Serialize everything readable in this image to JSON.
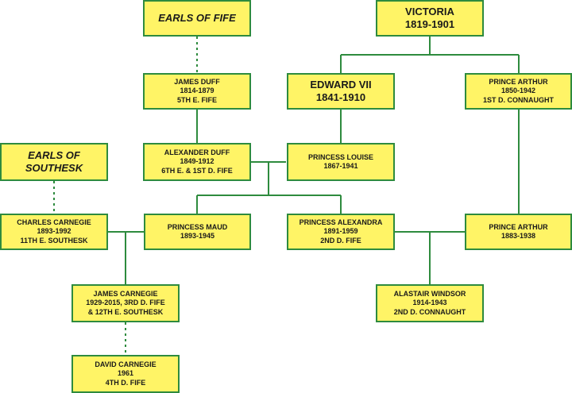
{
  "colors": {
    "box_fill": "#fff466",
    "box_border": "#2e8b3e",
    "line": "#2e8b3e"
  },
  "nodes": {
    "earls_of_fife": {
      "lines": [
        "EARLS OF FIFE"
      ]
    },
    "victoria": {
      "lines": [
        "VICTORIA",
        "1819-1901"
      ]
    },
    "james_duff": {
      "lines": [
        "JAMES DUFF",
        "1814-1879",
        "5TH E. FIFE"
      ]
    },
    "edward_vii": {
      "lines": [
        "EDWARD VII",
        "1841-1910"
      ]
    },
    "prince_arthur_1850": {
      "lines": [
        "PRINCE ARTHUR",
        "1850-1942",
        "1ST D. CONNAUGHT"
      ]
    },
    "earls_of_southesk": {
      "lines": [
        "EARLS OF",
        "SOUTHESK"
      ]
    },
    "alexander_duff": {
      "lines": [
        "ALEXANDER DUFF",
        "1849-1912",
        "6TH E. & 1ST D. FIFE"
      ]
    },
    "princess_louise": {
      "lines": [
        "PRINCESS LOUISE",
        "1867-1941"
      ]
    },
    "charles_carnegie": {
      "lines": [
        "CHARLES CARNEGIE",
        "1893-1992",
        "11TH E. SOUTHESK"
      ]
    },
    "princess_maud": {
      "lines": [
        "PRINCESS MAUD",
        "1893-1945"
      ]
    },
    "princess_alexandra": {
      "lines": [
        "PRINCESS ALEXANDRA",
        "1891-1959",
        "2ND D. FIFE"
      ]
    },
    "prince_arthur_1883": {
      "lines": [
        "PRINCE ARTHUR",
        "1883-1938"
      ]
    },
    "james_carnegie": {
      "lines": [
        "JAMES CARNEGIE",
        "1929-2015, 3RD D. FIFE",
        "& 12TH E. SOUTHESK"
      ]
    },
    "alastair_windsor": {
      "lines": [
        "ALASTAIR WINDSOR",
        "1914-1943",
        "2ND D. CONNAUGHT"
      ]
    },
    "david_carnegie": {
      "lines": [
        "DAVID CARNEGIE",
        "1961",
        "4TH D. FIFE"
      ]
    }
  }
}
